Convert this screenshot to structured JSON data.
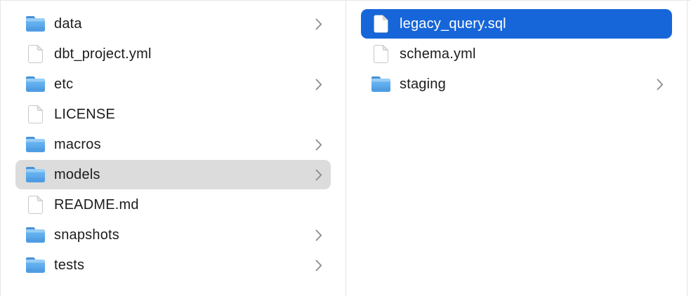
{
  "finder": {
    "view": "column-browser",
    "colors": {
      "selection_active": "#1666d9",
      "selection_inactive": "#dcdcdc",
      "divider": "#e3e3e3",
      "text": "#1c1c1e",
      "text_selected": "#ffffff",
      "chevron": "#8c8c8c",
      "folder_top": "#6fbcf4",
      "folder_bottom": "#4c9be4",
      "folder_tab": "#4890d6",
      "doc_stroke": "#c8c8c8",
      "doc_fold": "#e9e9e9"
    },
    "columns": [
      {
        "name": "column-left",
        "items": [
          {
            "label": "data",
            "icon": "folder-icon",
            "chevron": true,
            "selected": false,
            "selection_style": null
          },
          {
            "label": "dbt_project.yml",
            "icon": "document-icon",
            "chevron": false,
            "selected": false,
            "selection_style": null
          },
          {
            "label": "etc",
            "icon": "folder-icon",
            "chevron": true,
            "selected": false,
            "selection_style": null
          },
          {
            "label": "LICENSE",
            "icon": "document-icon",
            "chevron": false,
            "selected": false,
            "selection_style": null
          },
          {
            "label": "macros",
            "icon": "folder-icon",
            "chevron": true,
            "selected": false,
            "selection_style": null
          },
          {
            "label": "models",
            "icon": "folder-icon",
            "chevron": true,
            "selected": true,
            "selection_style": "inactive"
          },
          {
            "label": "README.md",
            "icon": "document-icon",
            "chevron": false,
            "selected": false,
            "selection_style": null
          },
          {
            "label": "snapshots",
            "icon": "folder-icon",
            "chevron": true,
            "selected": false,
            "selection_style": null
          },
          {
            "label": "tests",
            "icon": "folder-icon",
            "chevron": true,
            "selected": false,
            "selection_style": null
          }
        ]
      },
      {
        "name": "column-right",
        "items": [
          {
            "label": "legacy_query.sql",
            "icon": "document-icon",
            "chevron": false,
            "selected": true,
            "selection_style": "active"
          },
          {
            "label": "schema.yml",
            "icon": "document-icon",
            "chevron": false,
            "selected": false,
            "selection_style": null
          },
          {
            "label": "staging",
            "icon": "folder-icon",
            "chevron": true,
            "selected": false,
            "selection_style": null
          }
        ]
      }
    ]
  }
}
